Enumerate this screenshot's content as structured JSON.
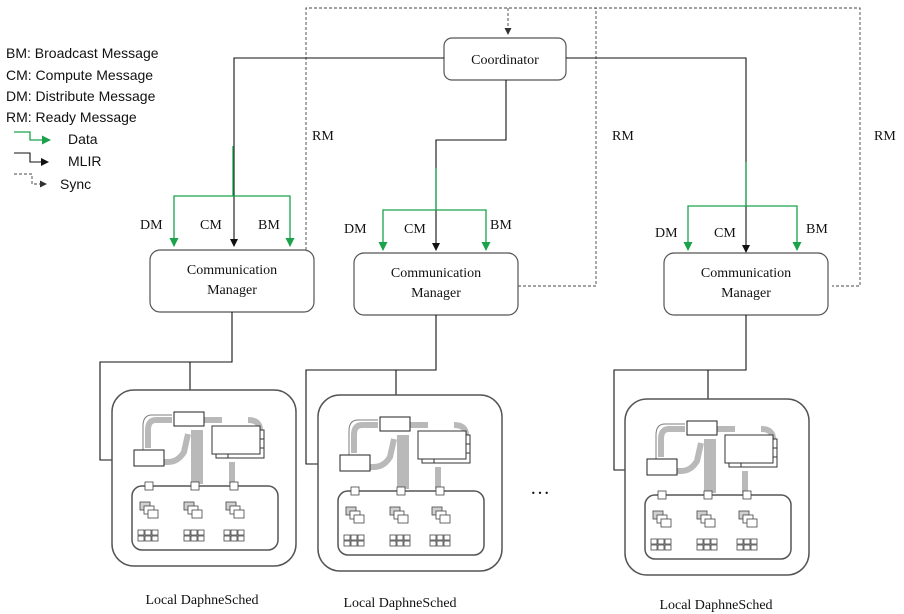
{
  "legend": {
    "bm": "BM: Broadcast Message",
    "cm": "CM: Compute Message",
    "dm": "DM: Distribute Message",
    "rm": "RM: Ready Message",
    "data": "Data",
    "mlir": "MLIR",
    "sync": "Sync"
  },
  "coordinator": {
    "label": "Coordinator"
  },
  "managers": [
    {
      "label_line1": "Communication",
      "label_line2": "Manager",
      "dm": "DM",
      "cm": "CM",
      "bm": "BM",
      "rm": "RM",
      "local_label": "Local DaphneSched"
    },
    {
      "label_line1": "Communication",
      "label_line2": "Manager",
      "dm": "DM",
      "cm": "CM",
      "bm": "BM",
      "rm": "RM",
      "local_label": "Local DaphneSched"
    },
    {
      "label_line1": "Communication",
      "label_line2": "Manager",
      "dm": "DM",
      "cm": "CM",
      "bm": "BM",
      "rm": "RM",
      "local_label": "Local DaphneSched"
    }
  ],
  "ellipsis": "…",
  "colors": {
    "data_arrow": "#1aa34a",
    "mlir_arrow": "#111111",
    "sync_line": "#444444",
    "box_stroke": "#555555"
  }
}
